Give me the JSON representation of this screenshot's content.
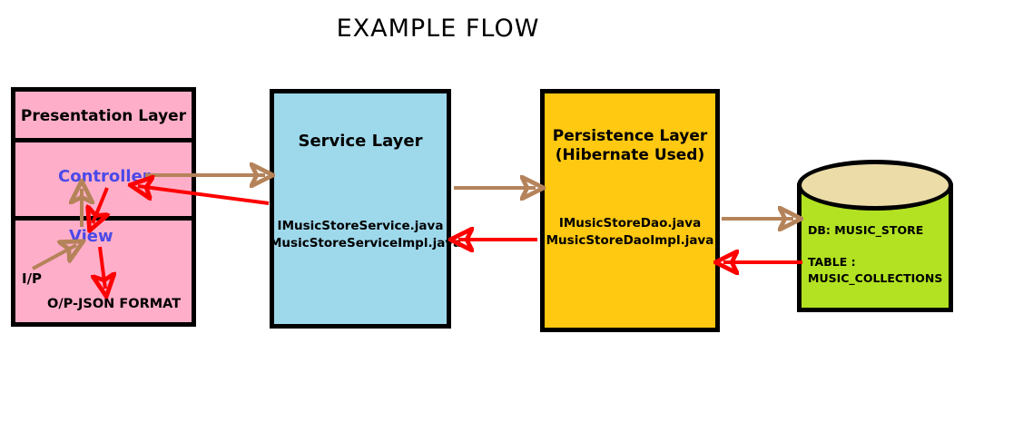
{
  "title": "EXAMPLE FLOW",
  "colors": {
    "presentation": "#ffaec9",
    "service": "#9ed8eb",
    "persistence": "#ffc811",
    "database_body": "#b2e222",
    "database_top": "#ebdca8",
    "forward_arrow": "#b5835a",
    "return_arrow": "#ff0000",
    "mvc_text": "#4a49e8",
    "border": "#000000"
  },
  "presentation_layer": {
    "heading": "Presentation Layer",
    "controller_label": "Controller",
    "view_label": "View",
    "input_label": "I/P",
    "output_label": "O/P-JSON FORMAT"
  },
  "service_layer": {
    "heading": "Service Layer",
    "files": "IMusicStoreService.java\nMusicStoreServiceImpl.java"
  },
  "persistence_layer": {
    "heading": "Persistence Layer\n(Hibernate Used)",
    "files": "IMusicStoreDao.java\nMusicStoreDaoImpl.java"
  },
  "database": {
    "name": "DB: MUSIC_STORE",
    "table": "TABLE :\n  MUSIC_COLLECTIONS"
  },
  "arrows": [
    {
      "name": "controller-to-service",
      "direction": "forward",
      "color": "#b5835a"
    },
    {
      "name": "service-to-controller",
      "direction": "return",
      "color": "#ff0000"
    },
    {
      "name": "service-to-persistence",
      "direction": "forward",
      "color": "#b5835a"
    },
    {
      "name": "persistence-to-service",
      "direction": "return",
      "color": "#ff0000"
    },
    {
      "name": "persistence-to-database",
      "direction": "forward",
      "color": "#b5835a"
    },
    {
      "name": "database-to-persistence",
      "direction": "return",
      "color": "#ff0000"
    },
    {
      "name": "input-to-view",
      "direction": "forward",
      "color": "#b5835a"
    },
    {
      "name": "view-to-controller",
      "direction": "forward",
      "color": "#b5835a"
    },
    {
      "name": "controller-to-view",
      "direction": "return",
      "color": "#ff0000"
    },
    {
      "name": "view-to-output",
      "direction": "return",
      "color": "#ff0000"
    }
  ]
}
